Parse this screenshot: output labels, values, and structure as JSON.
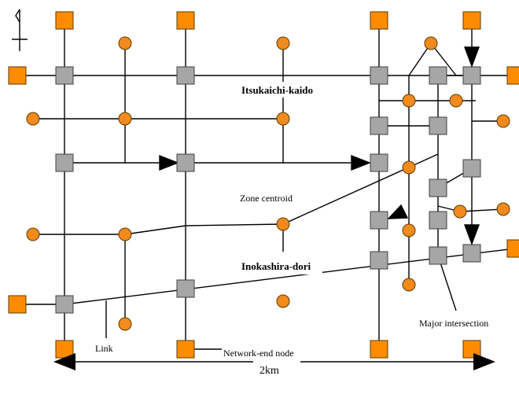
{
  "labels": {
    "road_itsukaichi": "Itsukaichi-kaido",
    "road_inokashira": "Inokashira-dori",
    "zone_centroid": "Zone centroid",
    "link": "Link",
    "network_end_node": "Network-end node",
    "major_intersection": "Major intersection",
    "scale": "2km"
  },
  "colors": {
    "end_node": "#ff8c00",
    "centroid": "#f28a1e",
    "intersection": "#a6a6a6",
    "line": "#000000"
  }
}
